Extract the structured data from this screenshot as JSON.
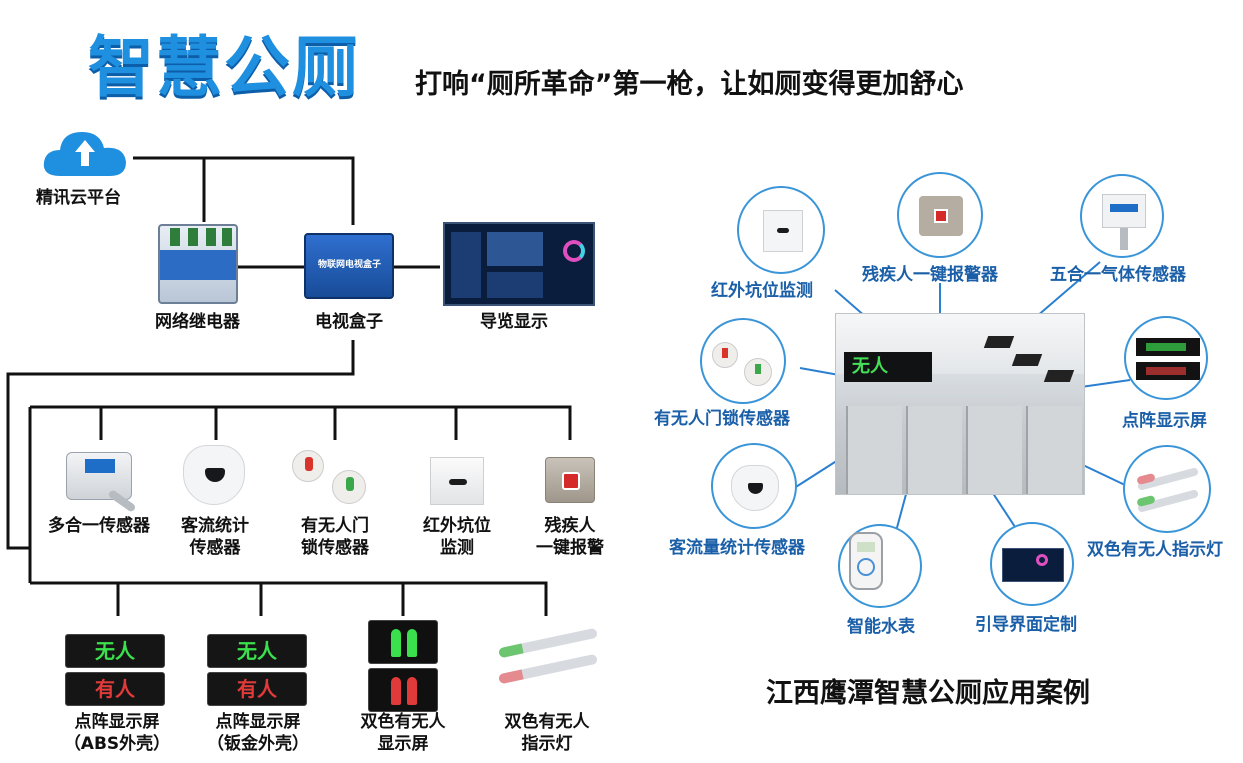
{
  "header": {
    "title": "智慧公厕",
    "subtitle": "打响“厕所革命”第一枪，让如厕变得更加舒心"
  },
  "topology": {
    "cloud": "精讯云平台",
    "relay": "网络继电器",
    "tvbox": "电视盒子",
    "tvbox_face": "物联网电视盒子",
    "display": "导览显示"
  },
  "sensors": {
    "multi": "多合一传感器",
    "flow_1": "客流统计",
    "flow_2": "传感器",
    "lock_1": "有无人门",
    "lock_2": "锁传感器",
    "ir_1": "红外坑位",
    "ir_2": "监测",
    "panic_1": "残疾人",
    "panic_2": "一键报警"
  },
  "screens": {
    "s1_1": "点阵显示屏",
    "s1_2": "（ABS外壳）",
    "s2_1": "点阵显示屏",
    "s2_2": "（钣金外壳）",
    "s3_1": "双色有无人",
    "s3_2": "显示屏",
    "s4_1": "双色有无人",
    "s4_2": "指示灯",
    "sign_vacant": "无人",
    "sign_occupied": "有人"
  },
  "case": {
    "ir": "红外坑位监测",
    "panic": "残疾人一键报警器",
    "gas": "五合一气体传感器",
    "lock": "有无人门锁传感器",
    "dot": "点阵显示屏",
    "flow": "客流量统计传感器",
    "dual": "双色有无人指示灯",
    "meter": "智能水表",
    "guide": "引导界面定制",
    "photo_sign": "无人",
    "title": "江西鹰潭智慧公厕应用案例"
  },
  "colors": {
    "title_blue": "#1f8fe0",
    "case_label_blue": "#1a5fa8",
    "circle_border": "#3a95d8",
    "leader_blue": "#2b7fd0",
    "line_black": "#111111"
  },
  "icons": [
    "cloud-upload-icon"
  ]
}
